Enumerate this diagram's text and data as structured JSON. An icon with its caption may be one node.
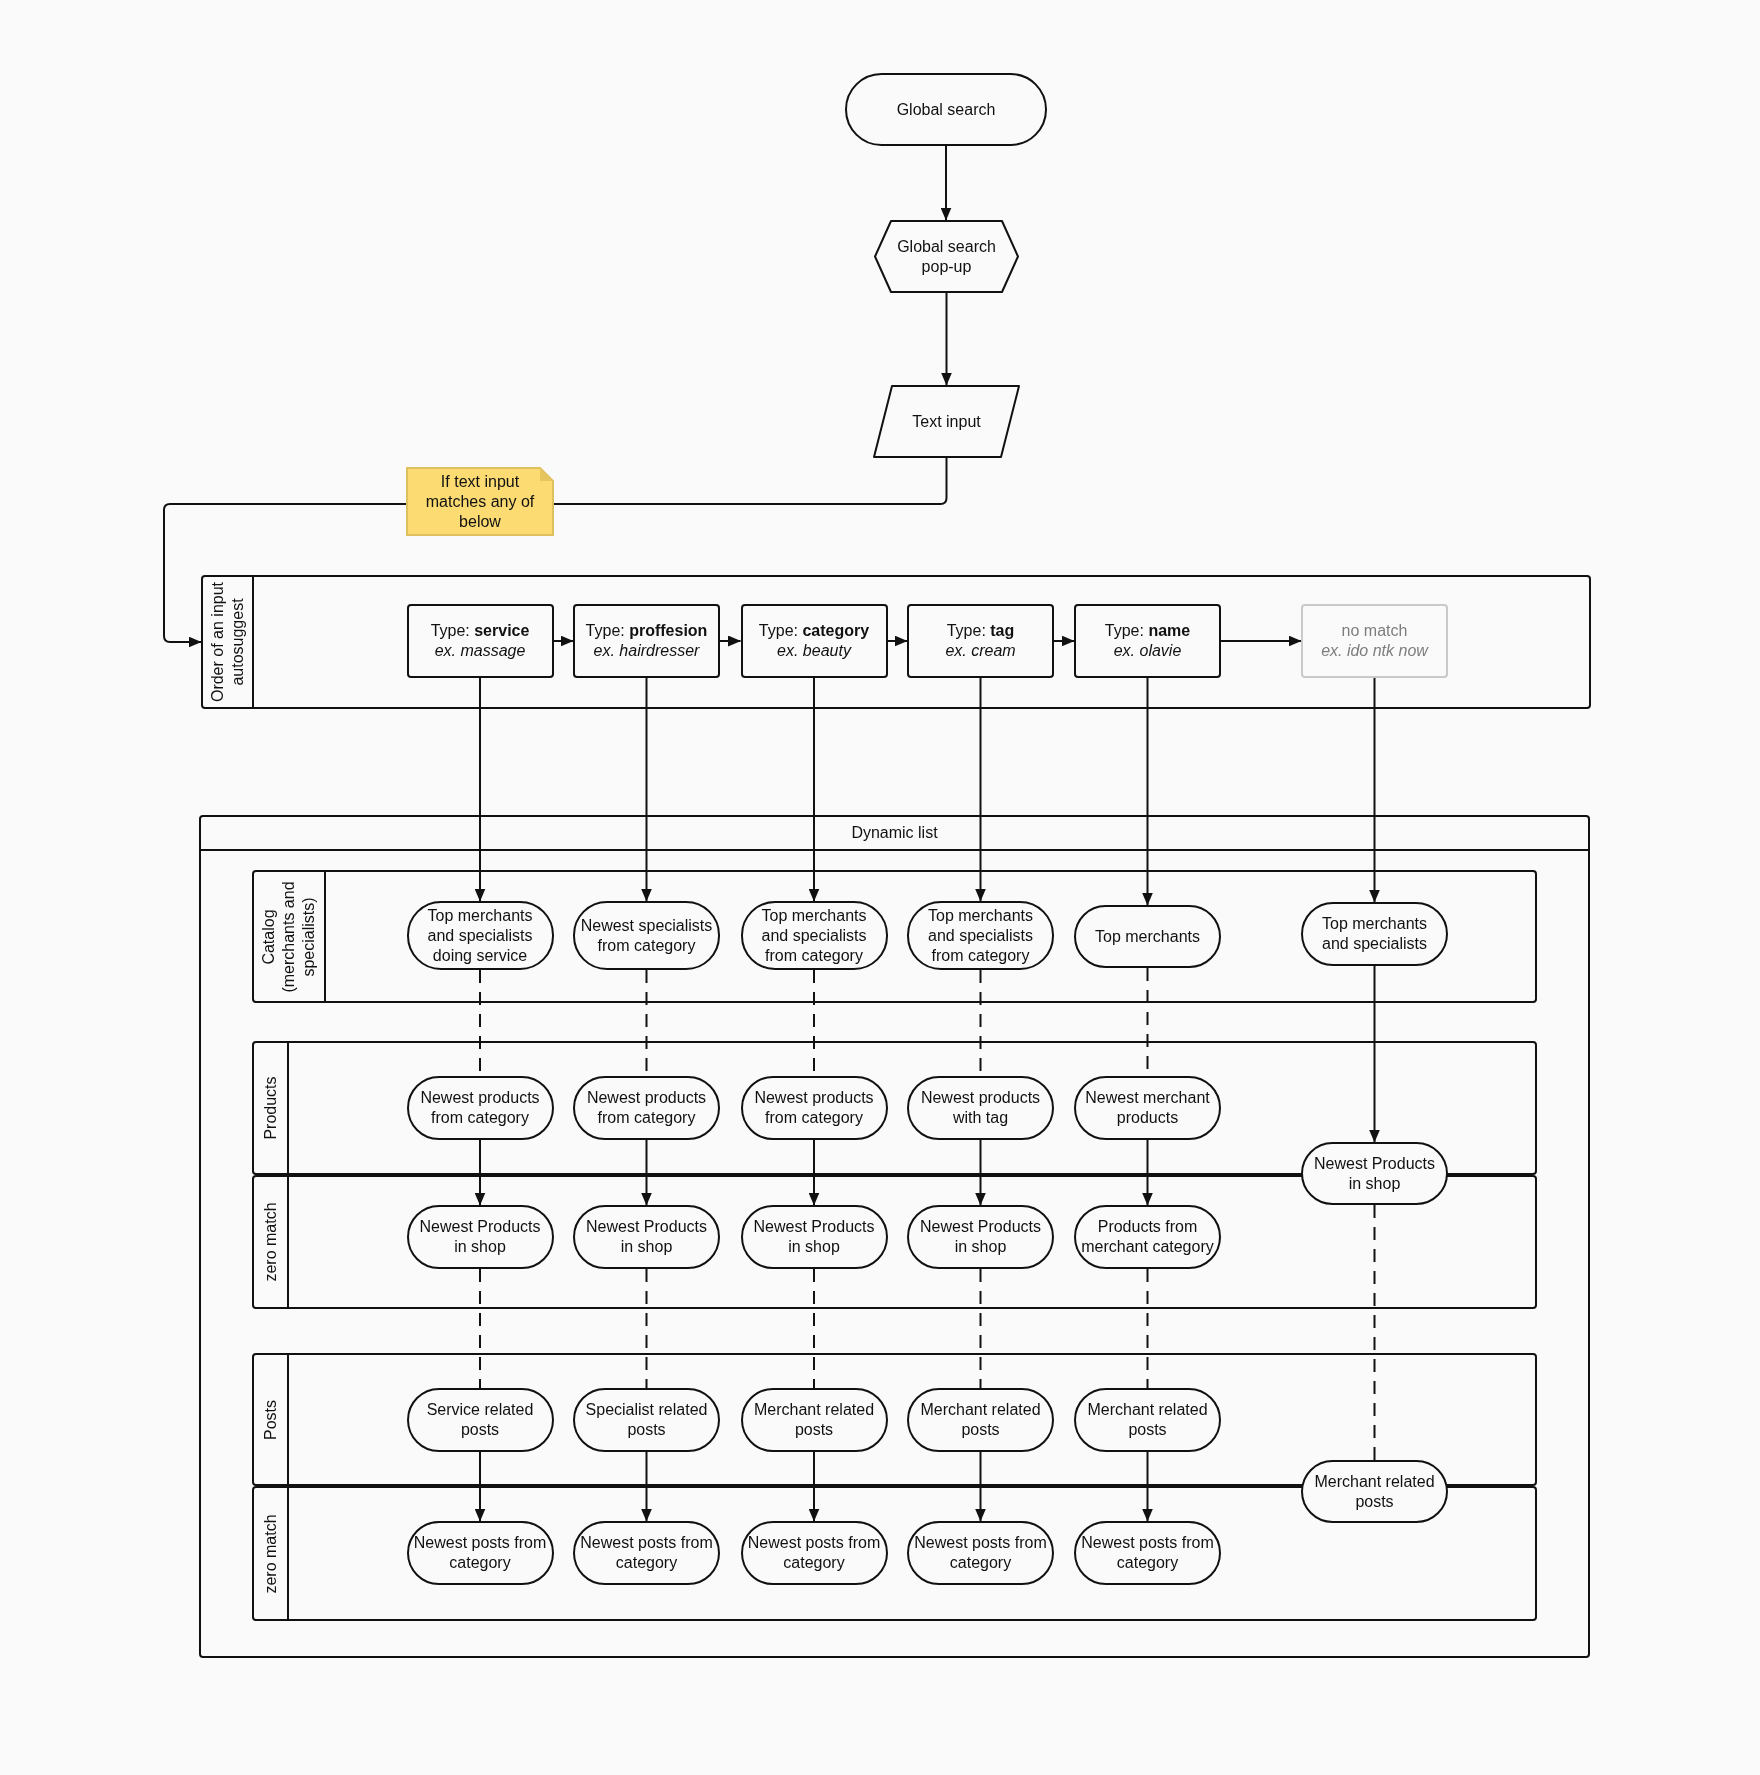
{
  "diagram": {
    "nodes": [
      {
        "text": [
          "Global search"
        ]
      },
      {
        "text": [
          "Global search pop-up"
        ]
      },
      {
        "text": [
          "Text input"
        ]
      },
      {
        "text": [
          "If text input matches any of below"
        ]
      },
      {
        "text": [
          "Order of an input autosuggest"
        ]
      },
      {
        "text": [
          "Type: **service**",
          "ex. massage"
        ],
        "in": 4
      },
      {
        "text": [
          "Type: **proffesion**",
          "ex. hairdresser"
        ],
        "in": 4
      },
      {
        "text": [
          "Type: **category**",
          "ex. beauty"
        ],
        "in": 4
      },
      {
        "text": [
          "Type: **tag**",
          "ex. cream"
        ],
        "in": 4
      },
      {
        "text": [
          "Type: **name**",
          "ex. olavie"
        ],
        "in": 4
      },
      {
        "text": [
          "no match",
          "ex. ido ntk now"
        ],
        "in": 4
      },
      {
        "text": [
          "Dynamic list"
        ]
      },
      {
        "text": [
          "Catalog (merchants and specialists)"
        ],
        "in": 11
      },
      {
        "text": [
          "Top merchants and specialists doing service"
        ],
        "in": 12
      },
      {
        "text": [
          "Newest specialists from category"
        ],
        "in": 12
      },
      {
        "text": [
          "Top merchants and specialists from category"
        ],
        "in": 12
      },
      {
        "text": [
          "Top merchants and specialists from category"
        ],
        "in": 12
      },
      {
        "text": [
          "Top merchants"
        ],
        "in": 12
      },
      {
        "text": [
          "Top merchants and specialists"
        ],
        "in": 12
      },
      {
        "text": [
          "Products"
        ],
        "in": 11
      },
      {
        "text": [
          "Newest products from category"
        ],
        "in": 19
      },
      {
        "text": [
          "Newest products from category"
        ],
        "in": 19
      },
      {
        "text": [
          "Newest products from category"
        ],
        "in": 19
      },
      {
        "text": [
          "Newest products with tag"
        ],
        "in": 19
      },
      {
        "text": [
          "Newest merchant products"
        ],
        "in": 19
      },
      {
        "text": [
          "Newest Products in shop"
        ],
        "in": 11
      },
      {
        "text": [
          "zero match"
        ],
        "in": 11
      },
      {
        "text": [
          "Newest Products in shop"
        ],
        "in": 26
      },
      {
        "text": [
          "Newest Products in shop"
        ],
        "in": 26
      },
      {
        "text": [
          "Newest Products in shop"
        ],
        "in": 26
      },
      {
        "text": [
          "Newest Products in shop"
        ],
        "in": 26
      },
      {
        "text": [
          "Products from merchant category"
        ],
        "in": 26
      },
      {
        "text": [
          "Posts"
        ],
        "in": 11
      },
      {
        "text": [
          "Service related posts"
        ],
        "in": 32
      },
      {
        "text": [
          "Specialist related posts"
        ],
        "in": 32
      },
      {
        "text": [
          "Merchant related posts"
        ],
        "in": 32
      },
      {
        "text": [
          "Merchant related posts"
        ],
        "in": 32
      },
      {
        "text": [
          "Merchant related posts"
        ],
        "in": 32
      },
      {
        "text": [
          "Merchant related posts"
        ],
        "in": 11
      },
      {
        "text": [
          "zero match"
        ],
        "in": 11
      },
      {
        "text": [
          "Newest posts from category"
        ],
        "in": 39
      },
      {
        "text": [
          "Newest posts from category"
        ],
        "in": 39
      },
      {
        "text": [
          "Newest posts from category"
        ],
        "in": 39
      },
      {
        "text": [
          "Newest posts from category"
        ],
        "in": 39
      },
      {
        "text": [
          "Newest posts from category"
        ],
        "in": 39
      }
    ],
    "edges": [
      {
        "from": 0,
        "to": 1,
        "arrow": "to"
      },
      {
        "from": 1,
        "to": 2,
        "arrow": "to"
      },
      {
        "from": 2,
        "to": 3,
        "arrow": "none"
      },
      {
        "from": 3,
        "to": 4,
        "arrow": "to"
      },
      {
        "from": 5,
        "to": 6,
        "arrow": "to"
      },
      {
        "from": 6,
        "to": 7,
        "arrow": "to"
      },
      {
        "from": 7,
        "to": 8,
        "arrow": "to"
      },
      {
        "from": 8,
        "to": 9,
        "arrow": "to"
      },
      {
        "from": 9,
        "to": 10,
        "arrow": "to"
      },
      {
        "from": 5,
        "to": 13,
        "arrow": "to"
      },
      {
        "from": 6,
        "to": 14,
        "arrow": "to"
      },
      {
        "from": 7,
        "to": 15,
        "arrow": "to"
      },
      {
        "from": 8,
        "to": 16,
        "arrow": "to"
      },
      {
        "from": 9,
        "to": 17,
        "arrow": "to"
      },
      {
        "from": 10,
        "to": 18,
        "arrow": "to"
      },
      {
        "from": 13,
        "to": 20,
        "arrow": "none",
        "style": "dashed"
      },
      {
        "from": 14,
        "to": 21,
        "arrow": "none",
        "style": "dashed"
      },
      {
        "from": 15,
        "to": 22,
        "arrow": "none",
        "style": "dashed"
      },
      {
        "from": 16,
        "to": 23,
        "arrow": "none",
        "style": "dashed"
      },
      {
        "from": 17,
        "to": 24,
        "arrow": "none",
        "style": "dashed"
      },
      {
        "from": 18,
        "to": 25,
        "arrow": "to"
      },
      {
        "from": 20,
        "to": 27,
        "arrow": "to"
      },
      {
        "from": 21,
        "to": 28,
        "arrow": "to"
      },
      {
        "from": 22,
        "to": 29,
        "arrow": "to"
      },
      {
        "from": 23,
        "to": 30,
        "arrow": "to"
      },
      {
        "from": 24,
        "to": 31,
        "arrow": "to"
      },
      {
        "from": 27,
        "to": 33,
        "arrow": "none",
        "style": "dashed"
      },
      {
        "from": 28,
        "to": 34,
        "arrow": "none",
        "style": "dashed"
      },
      {
        "from": 29,
        "to": 35,
        "arrow": "none",
        "style": "dashed"
      },
      {
        "from": 30,
        "to": 36,
        "arrow": "none",
        "style": "dashed"
      },
      {
        "from": 31,
        "to": 37,
        "arrow": "none",
        "style": "dashed"
      },
      {
        "from": 25,
        "to": 38,
        "arrow": "none",
        "style": "dashed"
      },
      {
        "from": 33,
        "to": 40,
        "arrow": "to"
      },
      {
        "from": 34,
        "to": 41,
        "arrow": "to"
      },
      {
        "from": 35,
        "to": 42,
        "arrow": "to"
      },
      {
        "from": 36,
        "to": 43,
        "arrow": "to"
      },
      {
        "from": 37,
        "to": 44,
        "arrow": "to"
      }
    ]
  }
}
